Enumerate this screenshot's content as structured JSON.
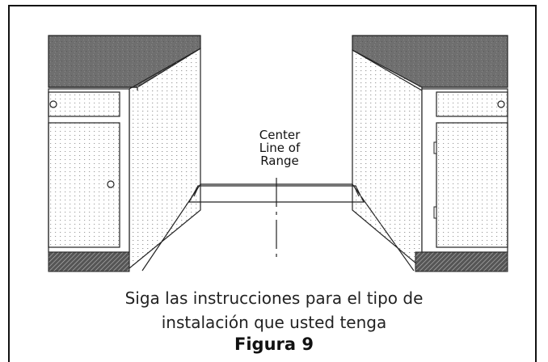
{
  "diagram": {
    "center_label": "Center\nLine of\nRange",
    "caption_line1": "Siga las instrucciones para el tipo de",
    "caption_line2": "instalación que usted tenga",
    "figure_title": "Figura 9"
  }
}
